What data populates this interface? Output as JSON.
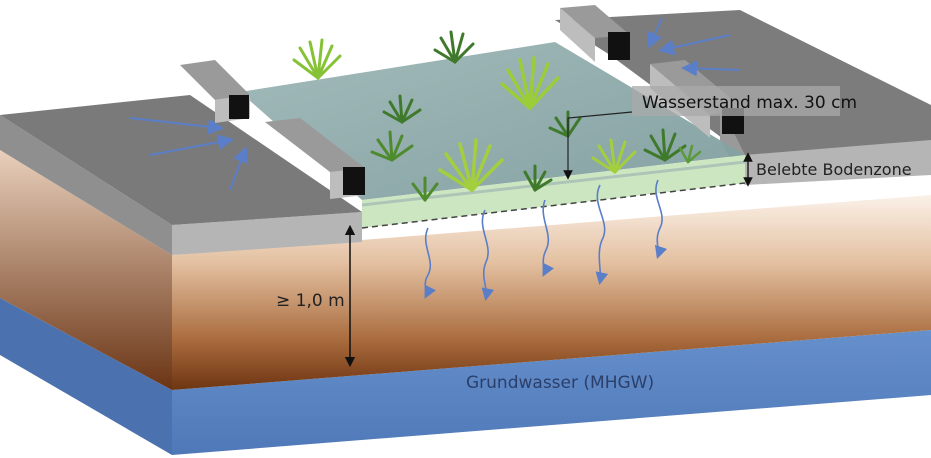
{
  "labels": {
    "water_level": "Wasserstand max. 30 cm",
    "topsoil": "Belebte Bodenzone",
    "distance": "≥ 1,0 m",
    "groundwater": "Grundwasser (MHGW)"
  },
  "colors": {
    "groundwater": "#5b84c4",
    "soil_light": "#f7e6d8",
    "soil_dark": "#7a3e18",
    "surface": "#7c7c7c",
    "pond_water": "#8fa9a8",
    "topsoil_zone": "#cfe8c4",
    "arrow": "#5a7ec8",
    "plant": "#7cbf3a"
  },
  "icons": [
    "inflow-arrow-icon",
    "infiltration-arrow-icon",
    "plant-icon",
    "double-arrow-icon"
  ]
}
